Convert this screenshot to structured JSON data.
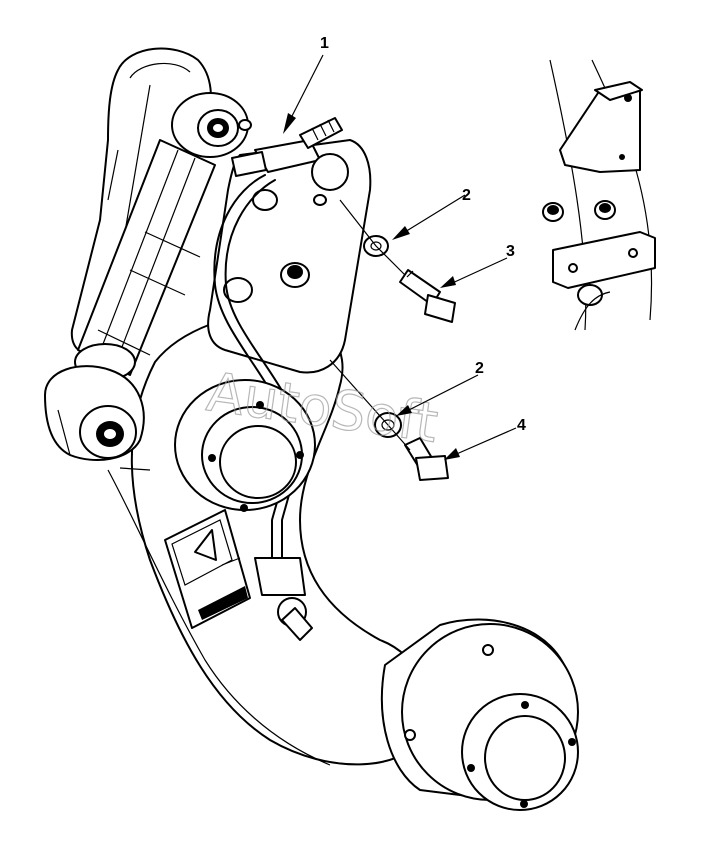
{
  "callouts": [
    {
      "id": "1",
      "label": "1"
    },
    {
      "id": "2a",
      "label": "2"
    },
    {
      "id": "3",
      "label": "3"
    },
    {
      "id": "2b",
      "label": "2"
    },
    {
      "id": "4",
      "label": "4"
    }
  ],
  "watermark": "AutoSoft",
  "colors": {
    "line": "#000000",
    "background": "#ffffff",
    "watermark": "#9a9a9a"
  }
}
